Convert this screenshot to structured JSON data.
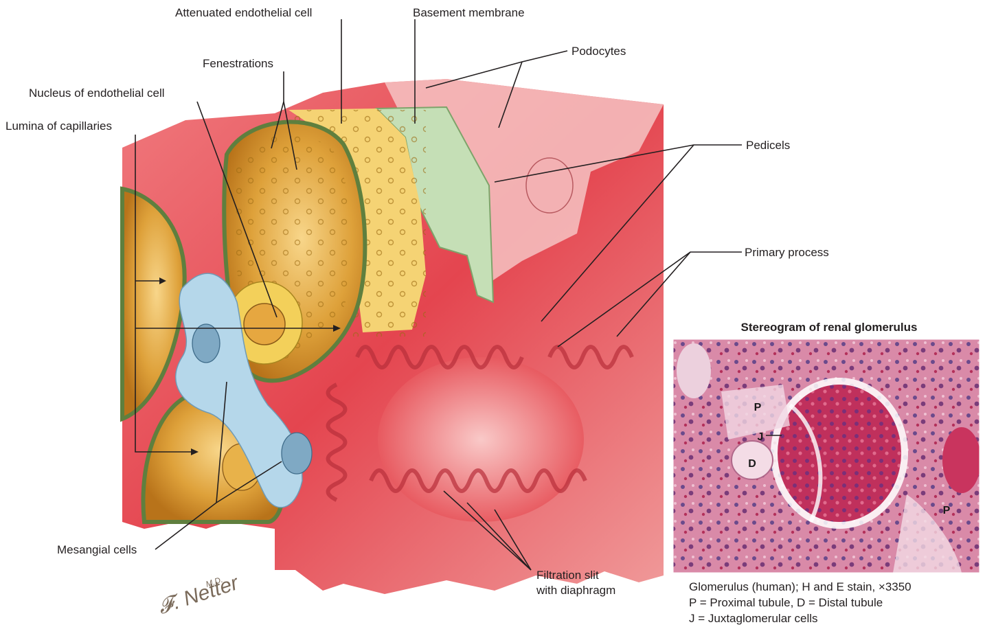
{
  "labels": {
    "attenuated_endothelial_cell": "Attenuated endothelial cell",
    "basement_membrane": "Basement membrane",
    "podocytes": "Podocytes",
    "fenestrations": "Fenestrations",
    "nucleus_endothelial": "Nucleus of endothelial cell",
    "lumina_capillaries": "Lumina of capillaries",
    "pedicels": "Pedicels",
    "primary_process": "Primary process",
    "mesangial_cells": "Mesangial cells",
    "filtration_slit_line1": "Filtration slit",
    "filtration_slit_line2": "with diaphragm"
  },
  "inset": {
    "title": "Stereogram of renal glomerulus",
    "markers": {
      "p_top": "P",
      "j": "J",
      "d": "D",
      "p_right": "P"
    },
    "caption": [
      "Glomerulus (human); H and E stain, ×3350",
      "P  = Proximal tubule, D = Distal tubule",
      "J   = Juxtaglomerular cells"
    ]
  },
  "signature": "F. Netter M.D.",
  "colors": {
    "podocyte_red": "#e8525a",
    "endothelium_yellow": "#f3c94a",
    "lumen_orange": "#d9962a",
    "basement_green": "#c5dfb6",
    "mesangial_blue": "#b5d7ea",
    "stain_pink": "#c0446a"
  }
}
